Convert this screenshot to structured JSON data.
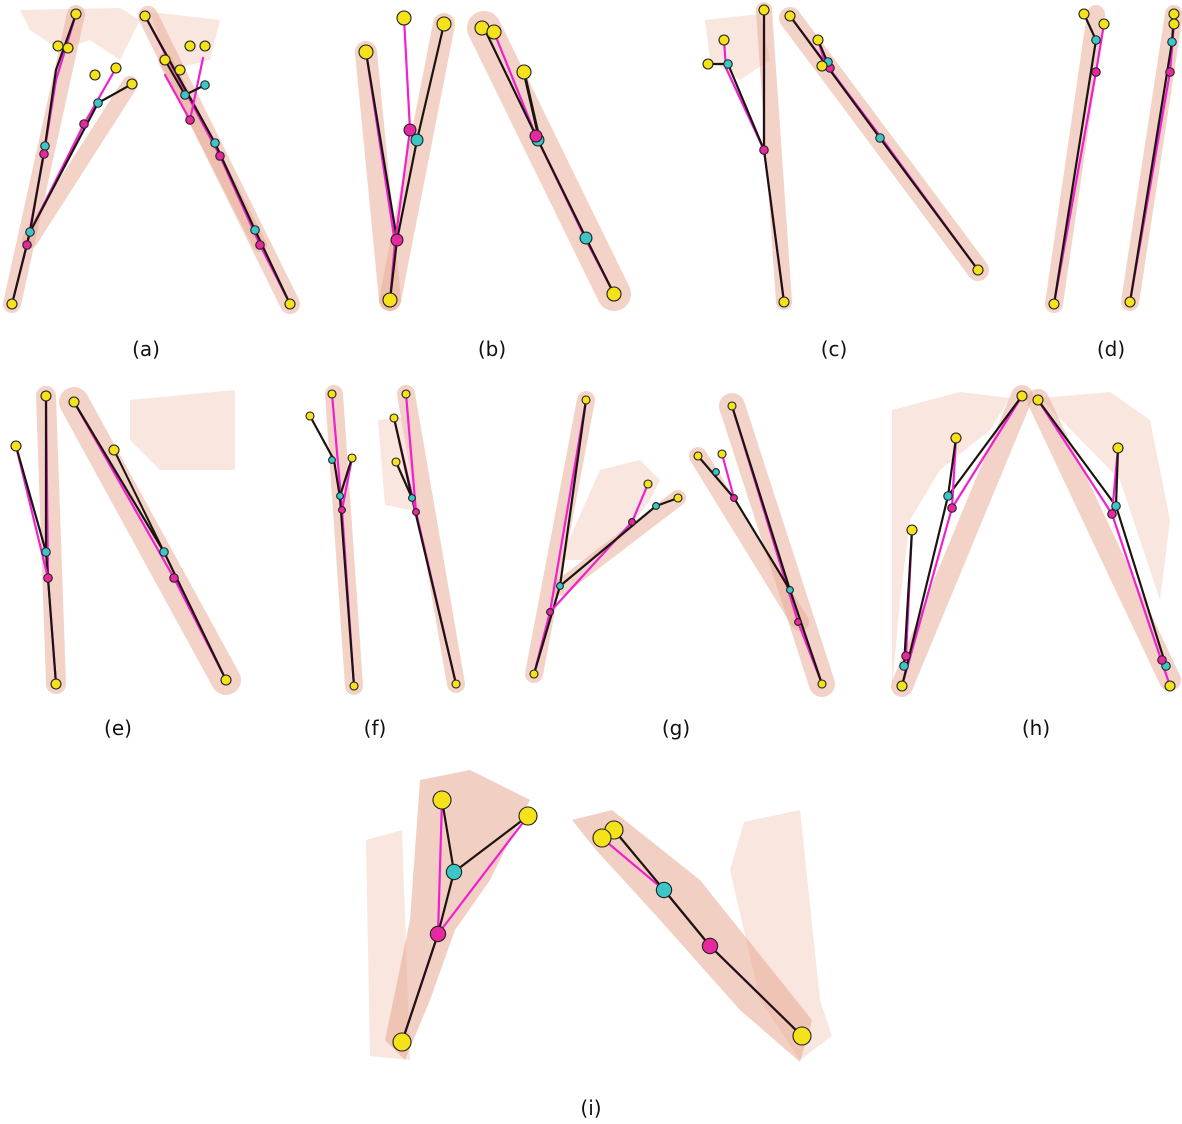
{
  "figure": {
    "colors": {
      "mask": "#e7a892",
      "mask_light": "#f0c7b8",
      "prediction_line": "#f020d0",
      "ground_truth_line": "#1c1410",
      "tip_joint": "#f6e21a",
      "mid_joint_gt": "#3cc6c8",
      "mid_joint_pred": "#e8289e",
      "outline": "#202020"
    },
    "panels": [
      {
        "id": "a",
        "caption": "(a)"
      },
      {
        "id": "b",
        "caption": "(b)"
      },
      {
        "id": "c",
        "caption": "(c)"
      },
      {
        "id": "d",
        "caption": "(d)"
      },
      {
        "id": "e",
        "caption": "(e)"
      },
      {
        "id": "f",
        "caption": "(f)"
      },
      {
        "id": "g",
        "caption": "(g)"
      },
      {
        "id": "h",
        "caption": "(h)"
      },
      {
        "id": "i",
        "caption": "(i)"
      }
    ]
  }
}
